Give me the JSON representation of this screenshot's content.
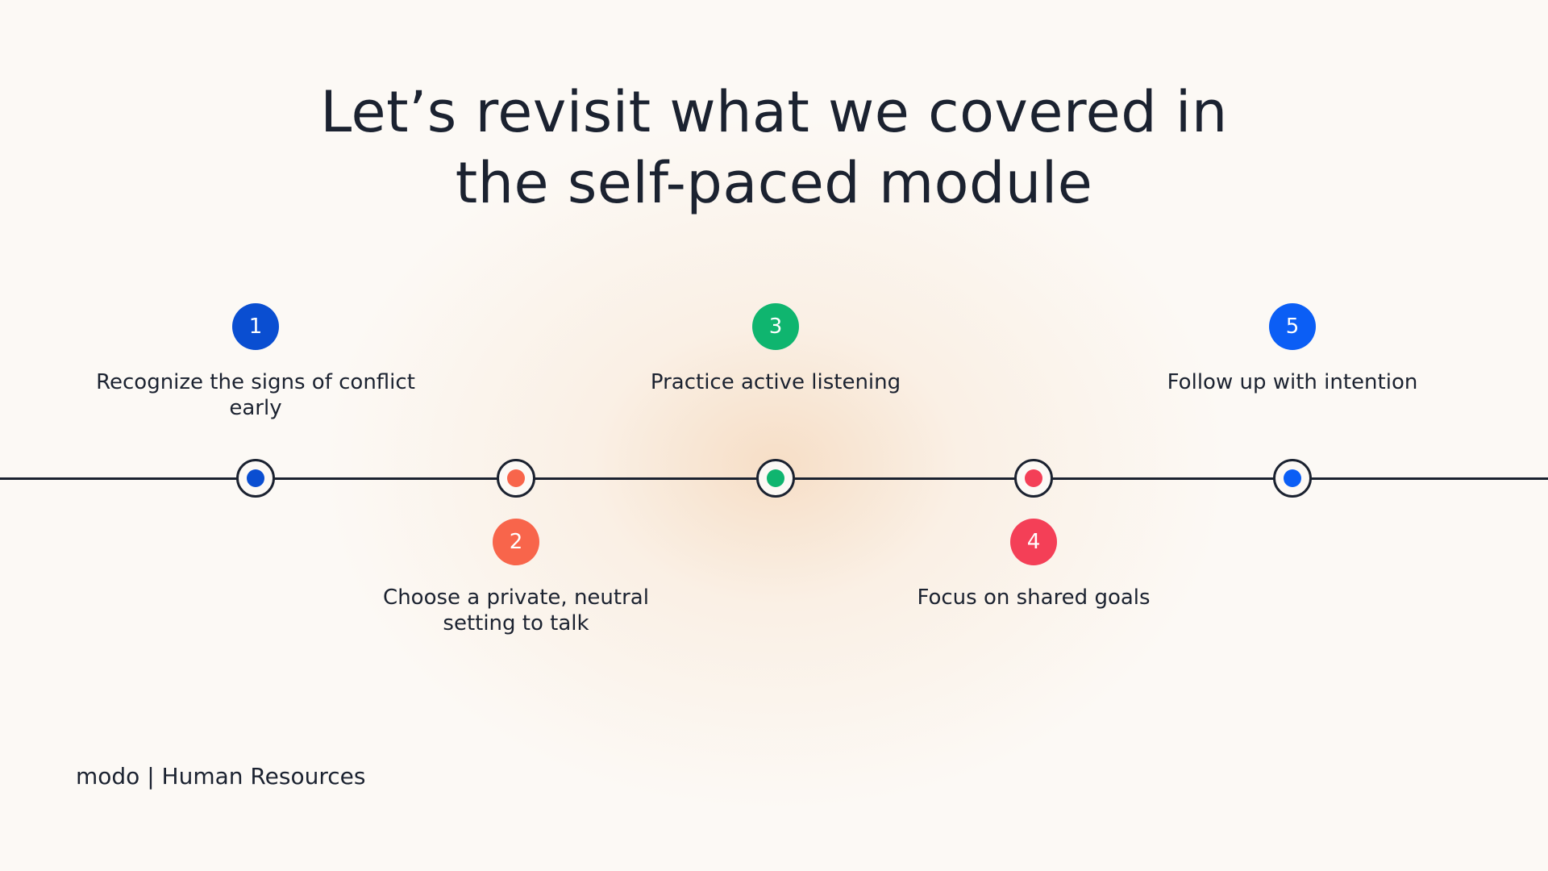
{
  "slide": {
    "title_line1": "Let’s revisit what we covered in",
    "title_line2": "the self-paced module",
    "footer": "modo | Human Resources"
  },
  "steps": [
    {
      "number": "1",
      "label": "Recognize the signs of conflict early",
      "color": "#0a4ed1"
    },
    {
      "number": "2",
      "label": "Choose a private, neutral setting to talk",
      "color": "#f8654b"
    },
    {
      "number": "3",
      "label": "Practice active listening",
      "color": "#0fb56f"
    },
    {
      "number": "4",
      "label": "Focus on shared goals",
      "color": "#f43f57"
    },
    {
      "number": "5",
      "label": "Follow up with intention",
      "color": "#0b5ef5"
    }
  ]
}
